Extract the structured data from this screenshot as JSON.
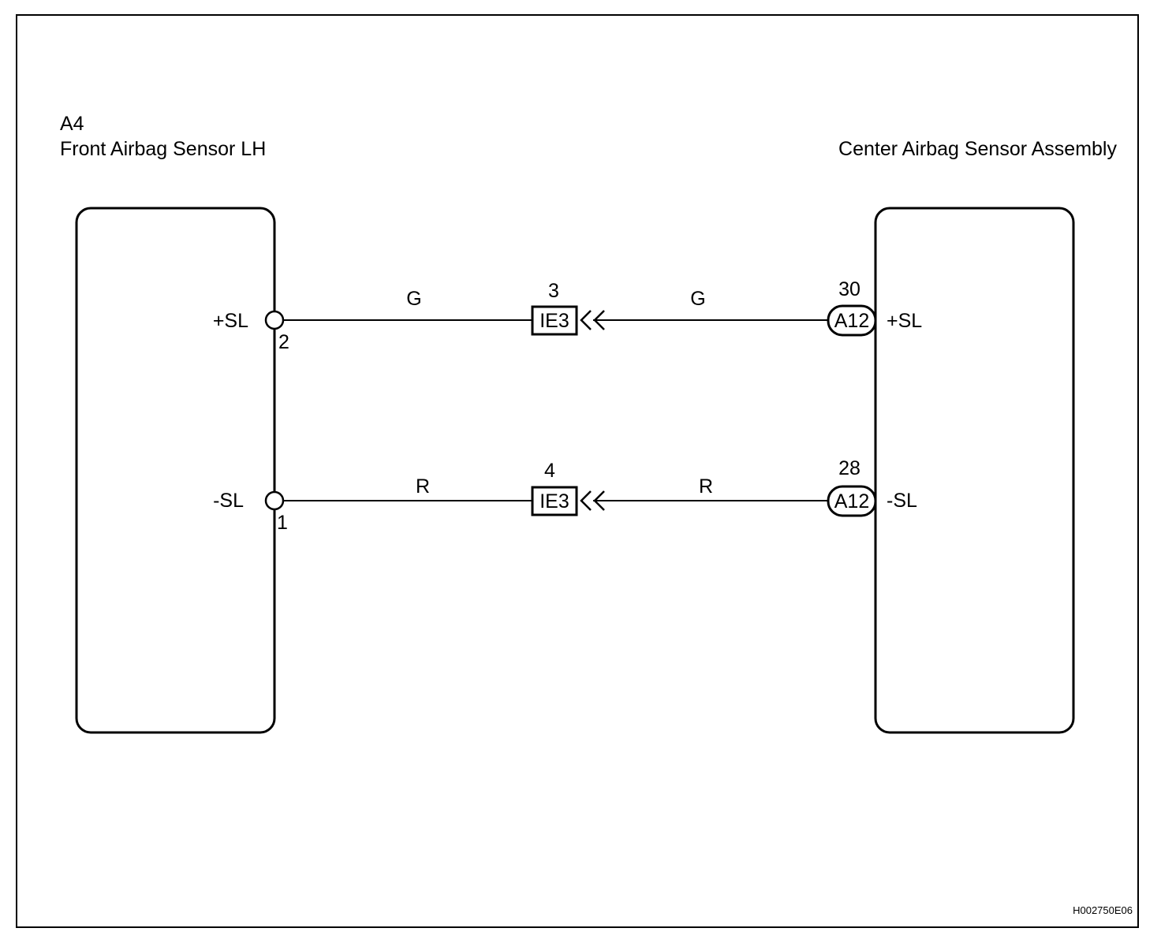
{
  "left_component": {
    "code": "A4",
    "name": "Front Airbag Sensor LH",
    "pins": [
      {
        "signal": "+SL",
        "pin": "2"
      },
      {
        "signal": "-SL",
        "pin": "1"
      }
    ]
  },
  "right_component": {
    "name": "Center Airbag Sensor Assembly",
    "connector": "A12",
    "pins": [
      {
        "signal": "+SL",
        "pin": "30"
      },
      {
        "signal": "-SL",
        "pin": "28"
      }
    ]
  },
  "wires": [
    {
      "color_left": "G",
      "color_right": "G",
      "junction": "IE3",
      "junction_pin": "3"
    },
    {
      "color_left": "R",
      "color_right": "R",
      "junction": "IE3",
      "junction_pin": "4"
    }
  ],
  "figure_code": "H002750E06"
}
